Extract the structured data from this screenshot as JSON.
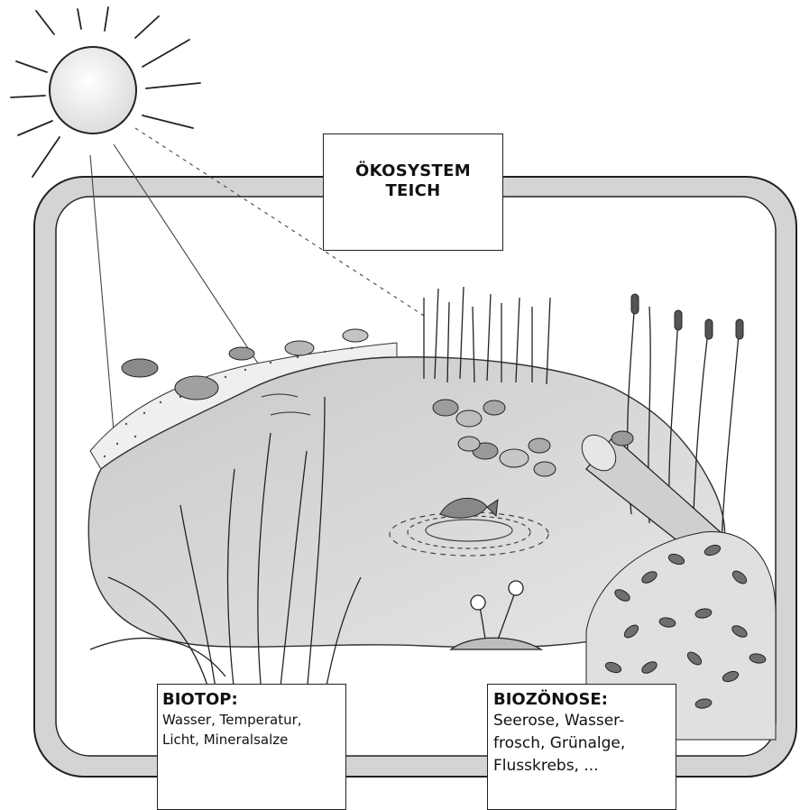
{
  "title": {
    "line1": "ÖKOSYSTEM",
    "line2": "TEICH"
  },
  "biotop": {
    "heading": "BIOTOP:",
    "line1": "Wasser, Temperatur,",
    "line2": "Licht, Mineralsalze"
  },
  "biozoenose": {
    "heading": "BIOZÖNOSE:",
    "line1": "Seerose, Wasser-",
    "line2": "frosch, Grünalge,",
    "line3": "Flusskrebs, ..."
  }
}
